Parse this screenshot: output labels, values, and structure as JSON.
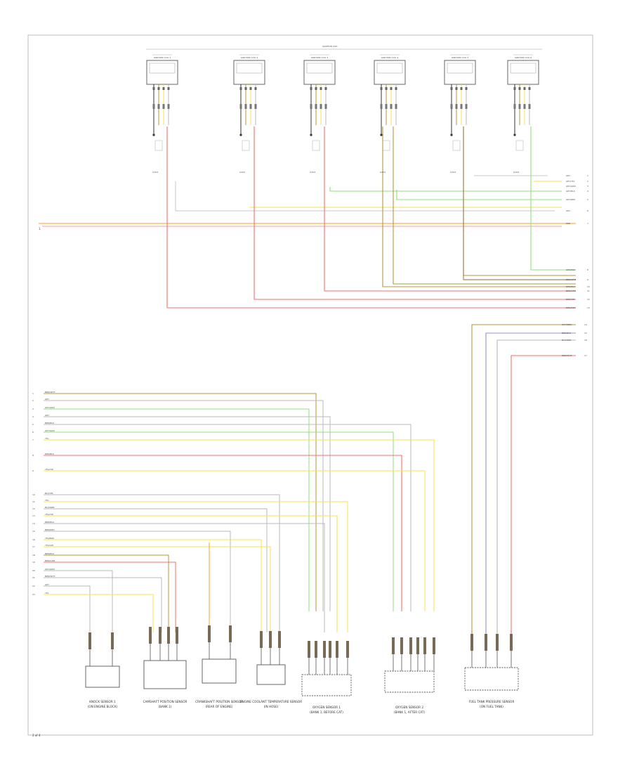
{
  "colors": {
    "red": "#ff6b6b",
    "pink": "#ff9aa8",
    "orange": "#ffb04a",
    "yellow": "#f4e34a",
    "green": "#8fe07a",
    "tan": "#b8963f",
    "brown": "#8b6b3e",
    "gray": "#b9b9b9",
    "violet": "#9a8ee0",
    "black": "#333333"
  },
  "header_bus_label": "IGNITION COIL",
  "coils": [
    {
      "code": "IGNITION COIL 1",
      "terminal": "G104"
    },
    {
      "code": "IGNITION COIL 2",
      "terminal": "G104"
    },
    {
      "code": "IGNITION COIL 3",
      "terminal": "G104"
    },
    {
      "code": "IGNITION COIL 4",
      "terminal": "G104"
    },
    {
      "code": "IGNITION COIL 5",
      "terminal": "G104"
    },
    {
      "code": "IGNITION COIL 6",
      "terminal": "G104"
    }
  ],
  "right_top_labels": [
    "GRY",
    "GRY/YEL",
    "GRY/GRN",
    "GRY/BLK",
    "GRY/RED",
    "GRY",
    "RED"
  ],
  "right_mid_labels": [
    "GRN/BLK",
    "BRN/WHT",
    "BRN/BLU",
    "BRN/GRN",
    "BRN/YEL",
    "BRN/RED"
  ],
  "right_low_labels": [
    "WHT/BRN",
    "BRN/BLU",
    "BLK/GRN",
    "RED/WHT"
  ],
  "left_top_labels": [
    "BRN/WHT",
    "GRY",
    "GRY/GRN",
    "GRY",
    "BRN/BLU",
    "GRY/GRN",
    "YEL"
  ],
  "left_mid_labels": [
    "RED/BLK",
    "YEL/GRY"
  ],
  "left_low_labels": [
    "BLK/YEL",
    "YEL",
    "BLK/GRN",
    "YEL/GRY",
    "BRN/BLU",
    "BRN/RED",
    "YEL/BRN",
    "YEL/GRY",
    "BRN/BLK",
    "BRN/GRN",
    "GRY/GRN",
    "BRN/WHT",
    "GRY",
    "YEL"
  ],
  "left_number": "1",
  "sensors": [
    {
      "name": "KNOCK SENSOR 1",
      "note": "(ON ENGINE BLOCK)"
    },
    {
      "name": "CAMSHAFT POSITION SENSOR",
      "note": "(BANK 1)"
    },
    {
      "name": "CRANKSHAFT POSITION SENSOR",
      "note": "(REAR OF ENGINE)"
    },
    {
      "name": "ENGINE COOLANT TEMPERATURE SENSOR",
      "note": "(IN HOSE)"
    },
    {
      "name": "OXYGEN SENSOR 1",
      "note": "(BANK 1, BEFORE CAT)"
    },
    {
      "name": "OXYGEN SENSOR 2",
      "note": "(BANK 1, AFTER CAT)"
    },
    {
      "name": "FUEL TANK PRESSURE SENSOR",
      "note": "(ON FUEL TANK)"
    }
  ],
  "page_ref": "2 of 4"
}
